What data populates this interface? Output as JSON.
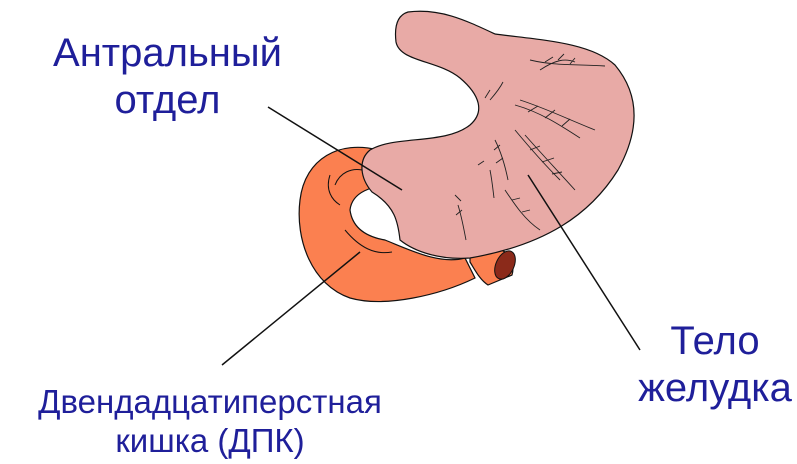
{
  "labels": {
    "antral": [
      "Антральный",
      "отдел"
    ],
    "stomach_body": [
      "Тело",
      "желудка"
    ],
    "duodenum": [
      "Двендадцатиперстная",
      "кишка (ДПК)"
    ]
  },
  "colors": {
    "text": "#1f1f9a",
    "stomach_fill": "#e8aaa6",
    "duodenum_fill": "#fb8050",
    "pylorus_lumen": "#8b2a1a",
    "outline": "#111111"
  }
}
